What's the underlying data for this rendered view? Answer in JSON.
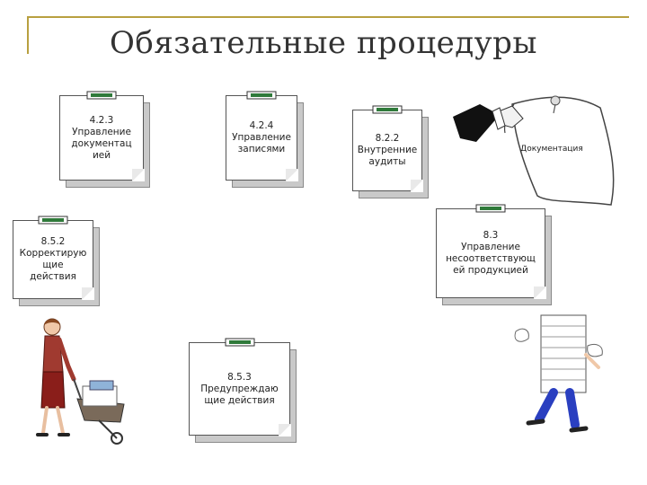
{
  "title": "Обязательные процедуры",
  "notes": {
    "n423": {
      "lines": [
        "4.2.3",
        "Управление",
        "документац",
        "ией"
      ]
    },
    "n424": {
      "lines": [
        "4.2.4",
        "Управление",
        "записями"
      ]
    },
    "n822": {
      "lines": [
        "8.2.2",
        "Внутренние",
        "аудиты"
      ]
    },
    "n852": {
      "lines": [
        "8.5.2",
        "Корректирую",
        "щие",
        "действия"
      ]
    },
    "n83": {
      "lines": [
        "8.3",
        "Управление",
        "несоответствующ",
        "ей продукцией"
      ]
    },
    "n853": {
      "lines": [
        "8.5.3",
        "Предупреждаю",
        "щие действия"
      ]
    }
  },
  "doc_label": "Документация",
  "colors": {
    "frame": "#b8a040",
    "shadow": "#c9c9c9",
    "clip": "#2f7a3a"
  }
}
